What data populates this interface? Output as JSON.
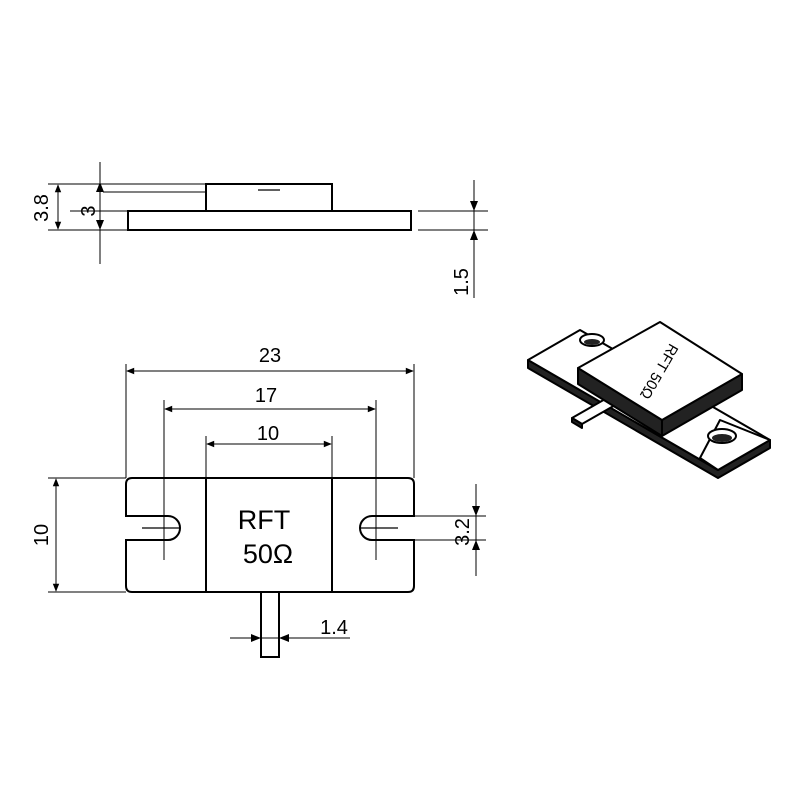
{
  "component": {
    "marking_line1": "RFT",
    "marking_line2": "50Ω",
    "photo_marking": "RFT 50Ω"
  },
  "dimensions": {
    "total_height": "3.8",
    "body_height": "3",
    "flange_thickness": "1.5",
    "overall_length": "23",
    "hole_span": "17",
    "body_width": "10",
    "flange_width": "10",
    "slot_width": "3.2",
    "lead_width": "1.4"
  },
  "units": "mm"
}
